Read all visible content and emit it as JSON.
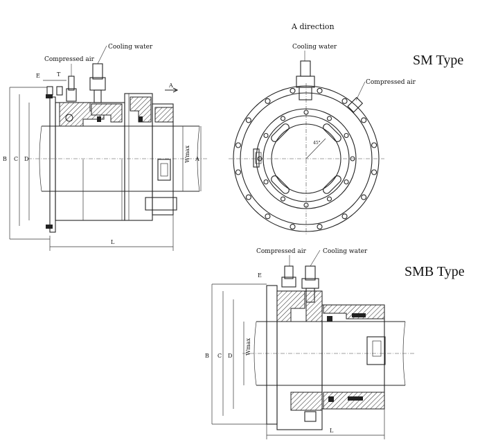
{
  "labels": {
    "a_direction": "A direction",
    "sm_type": "SM Type",
    "smb_type": "SMB Type",
    "compressed_air": "Compressed air",
    "cooling_water": "Cooling water",
    "dim_E": "E",
    "dim_T": "T",
    "dim_A": "A",
    "dim_B": "B",
    "dim_C": "C",
    "dim_D": "D",
    "dim_L": "L",
    "dim_max": "Wmax"
  }
}
